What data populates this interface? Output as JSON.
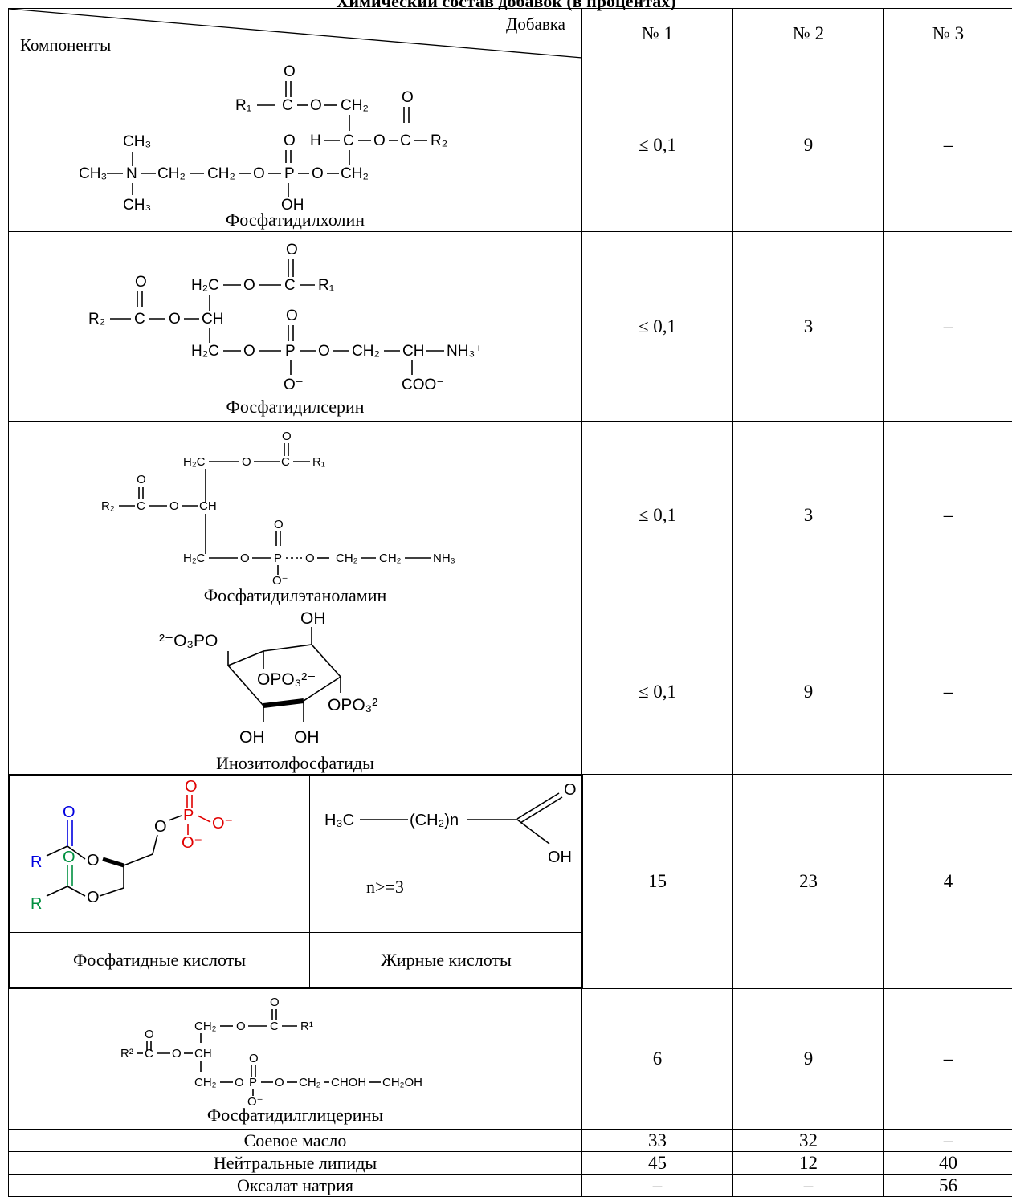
{
  "title": "Химический состав добавок (в процентах)",
  "header": {
    "additive_label": "Добавка",
    "components_label": "Компоненты",
    "columns": [
      "№ 1",
      "№ 2",
      "№ 3"
    ]
  },
  "rows": [
    {
      "name": "Фосфатидилхолин",
      "values": [
        "≤ 0,1",
        "9",
        "–"
      ]
    },
    {
      "name": "Фосфатидилсерин",
      "values": [
        "≤ 0,1",
        "3",
        "–"
      ]
    },
    {
      "name": "Фосфатидилэтаноламин",
      "values": [
        "≤ 0,1",
        "3",
        "–"
      ]
    },
    {
      "name": "Инозитолфосфатиды",
      "values": [
        "≤ 0,1",
        "9",
        "–"
      ]
    },
    {
      "name_left": "Фосфатидные кислоты",
      "name_right": "Жирные кислоты",
      "n_condition": "n>=3",
      "values": [
        "15",
        "23",
        "4"
      ]
    },
    {
      "name": "Фосфатидилглицерины",
      "values": [
        "6",
        "9",
        "–"
      ]
    },
    {
      "name": "Соевое масло",
      "values": [
        "33",
        "32",
        "–"
      ]
    },
    {
      "name": "Нейтральные липиды",
      "values": [
        "45",
        "12",
        "40"
      ]
    },
    {
      "name": "Оксалат натрия",
      "values": [
        "–",
        "–",
        "56"
      ]
    }
  ]
}
